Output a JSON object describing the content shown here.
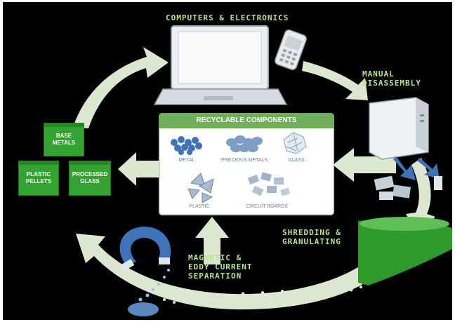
{
  "labels": {
    "computers": "COMPUTERS & ELECTRONICS",
    "manual": "MANUAL\nDISASSEMBLY",
    "shredding": "SHREDDING &\nGRANULATING",
    "magnetic": "MAGNETIC &\nEDDY CURRENT\nSEPARATION"
  },
  "boxes": {
    "base_metals": "BASE\nMETALS",
    "plastic_pellets": "PLASTIC\nPELLETS",
    "processed_glass": "PROCESSED\nGLASS"
  },
  "panel": {
    "title": "RECYCLABLE COMPONENTS",
    "items": [
      "METAL",
      "PRECIOUS METALS",
      "GLASS",
      "PLASTIC",
      "CIRCUIT BOARDS"
    ]
  },
  "colors": {
    "background": "#000000",
    "arrow": "#dbe8cf",
    "label_green": "#b7e48a",
    "box_green": "#35a332",
    "panel_header": "#6fae5a",
    "funnel": "#2f9a2c",
    "component_blue": "#3f73b7"
  },
  "icons": [
    "laptop-icon",
    "phone-icon",
    "computer-tower-icon",
    "funnel-icon",
    "magnet-icon"
  ]
}
